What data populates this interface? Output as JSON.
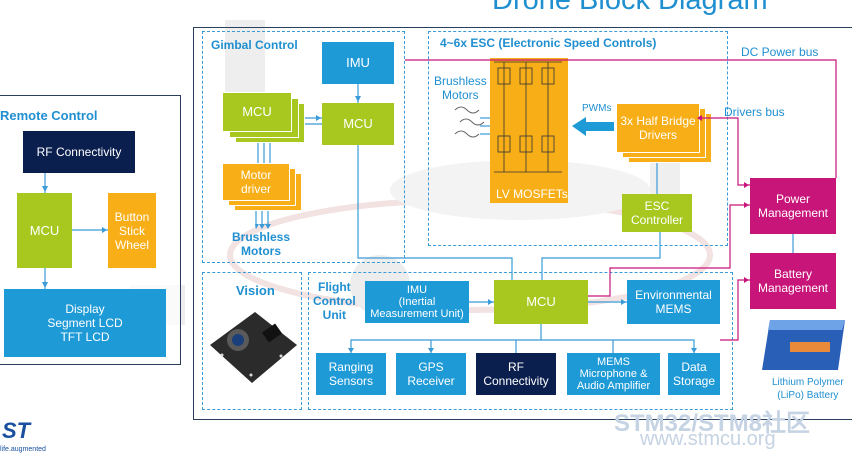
{
  "title": "Drone Block Diagram",
  "remote": {
    "title": "Remote Control",
    "rf": "RF Connectivity",
    "mcu": "MCU",
    "buttons": "Button\nStick\nWheel",
    "display": "Display\nSegment LCD\nTFT LCD"
  },
  "gimbal": {
    "title": "Gimbal Control",
    "mcu_stack": "MCU",
    "imu": "IMU",
    "mcu": "MCU",
    "motor_driver": "Motor\ndriver",
    "brushless": "Brushless\nMotors"
  },
  "esc": {
    "title": "4~6x ESC (Electronic Speed Controls)",
    "brushless": "Brushless\nMotors",
    "mosfets": "LV MOSFETs",
    "pwms": "PWMs",
    "half_bridge": "3x Half Bridge\nDrivers",
    "controller": "ESC\nController"
  },
  "power": {
    "dc_bus": "DC Power bus",
    "drivers_bus": "Drivers bus",
    "power_mgmt": "Power\nManagement",
    "battery_mgmt": "Battery\nManagement",
    "battery_caption": "Lithium Polymer\n(LiPo) Battery"
  },
  "vision": {
    "title": "Vision"
  },
  "flight": {
    "title": "Flight\nControl\nUnit",
    "imu": "IMU\n(Inertial\nMeasurement Unit)",
    "mcu": "MCU",
    "env": "Environmental\nMEMS",
    "ranging": "Ranging\nSensors",
    "gps": "GPS\nReceiver",
    "rf": "RF\nConnectivity",
    "mems_mic": "MEMS\nMicrophone &\nAudio Amplifier",
    "storage": "Data\nStorage"
  },
  "watermark": {
    "line1": "STM32/STM8社区",
    "line2": "www.stmcu.org"
  },
  "logo": {
    "brand": "ST",
    "tagline": "life.augmented"
  },
  "colors": {
    "blue": "#1e9ad6",
    "green": "#a8c820",
    "orange": "#f7ae17",
    "navy": "#0b1f4e",
    "magenta": "#c8157a",
    "line": "#3a9bd8"
  }
}
